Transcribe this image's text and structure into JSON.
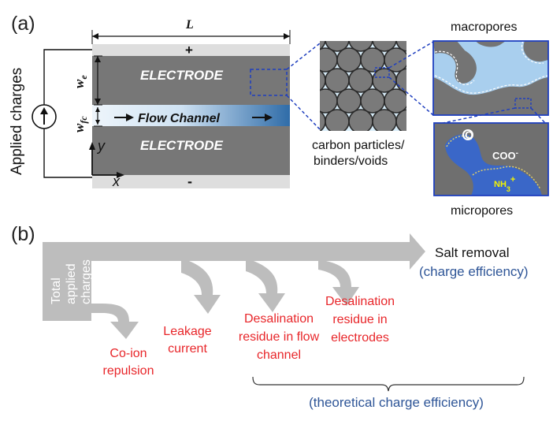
{
  "panel_a": {
    "label": "(a)",
    "length_label": "L",
    "plus_sign": "+",
    "minus_sign": "-",
    "electrode_top": "ELECTRODE",
    "electrode_bottom": "ELECTRODE",
    "flow_channel": "Flow Channel",
    "we_label": "w",
    "we_sub": "e",
    "wfc_label": "w",
    "wfc_sub": "fc",
    "axis_y": "y",
    "axis_x": "x",
    "applied_charges": "Applied charges",
    "carbon_caption_1": "carbon particles/",
    "carbon_caption_2": "binders/voids",
    "macropores": "macropores",
    "micropores": "micropores",
    "ion_o": "O",
    "ion_coo": "COO",
    "ion_coo_sup": "-",
    "ion_nh": "NH",
    "ion_nh_sub": "3",
    "ion_nh_sup": "+"
  },
  "panel_b": {
    "label": "(b)",
    "total_1": "Total",
    "total_2": "applied",
    "total_3": "charges",
    "salt_removal": "Salt removal",
    "charge_efficiency": "(charge efficiency)",
    "coion_1": "Co-ion",
    "coion_2": "repulsion",
    "leakage_1": "Leakage",
    "leakage_2": "current",
    "flow_residue_1": "Desalination",
    "flow_residue_2": "residue in flow",
    "flow_residue_3": "channel",
    "electrode_residue_1": "Desalination",
    "electrode_residue_2": "residue in",
    "electrode_residue_3": "electrodes",
    "theoretical": "(theoretical charge efficiency)"
  },
  "colors": {
    "electrode_gray": "#777777",
    "light_band": "#dedede",
    "channel_light": "#d6e8f5",
    "channel_blue": "#2f6ca8",
    "zoom_blue": "#1f3fbf",
    "macro_fill": "#a9cfee",
    "micro_fill": "#3a67c8",
    "arrow_gray": "#bdbdbd",
    "red": "#e8262a",
    "efficiency_blue": "#2e5597",
    "yellow": "#f5f500"
  }
}
